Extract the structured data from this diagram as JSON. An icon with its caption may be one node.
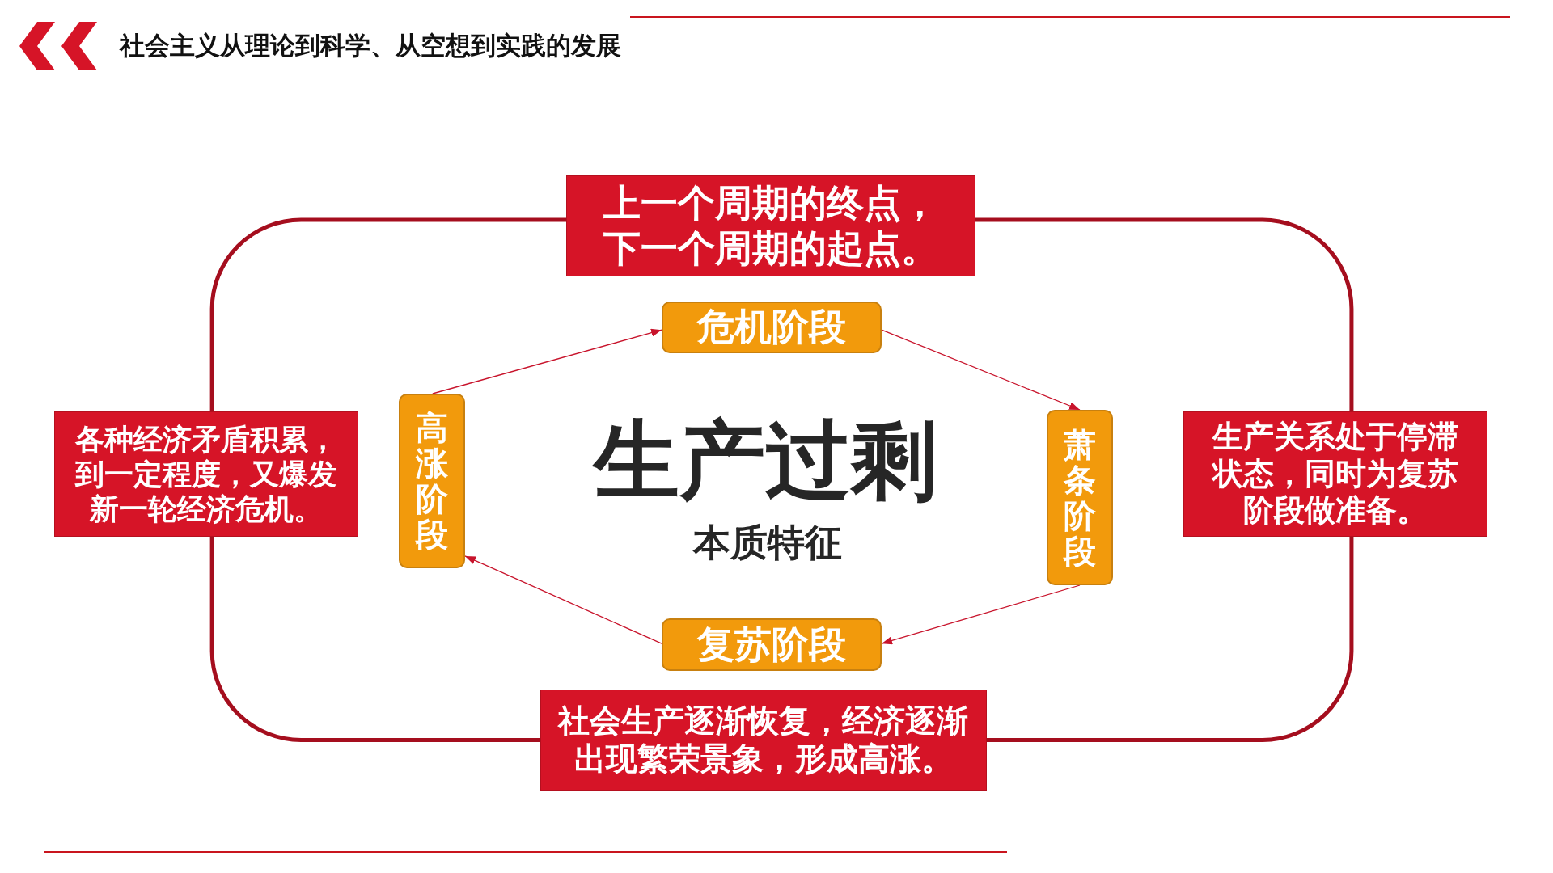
{
  "diagram": {
    "title": "社会主义从理论到科学、从空想到实践的发展",
    "nodes": [
      {
        "text": [
          "上一个周期的终点，下一个周期的起点。"
        ]
      },
      {
        "text": [
          "危机阶段"
        ]
      },
      {
        "text": [
          "高涨阶段"
        ]
      },
      {
        "text": [
          "萧条阶段"
        ]
      },
      {
        "text": [
          "各种经济矛盾积累，到一定程度，又爆发新一轮经济危机。"
        ]
      },
      {
        "text": [
          "生产关系处于停滞状态，同时为复苏阶段做准备。"
        ]
      },
      {
        "text": [
          "复苏阶段"
        ]
      },
      {
        "text": [
          "社会生产逐渐恢复，经济逐渐出现繁荣景象，形成高涨。"
        ]
      }
    ],
    "edges": [
      {
        "from": 2,
        "to": 1,
        "arrow": "to"
      },
      {
        "from": 1,
        "to": 3,
        "arrow": "to"
      },
      {
        "from": 3,
        "to": 6,
        "arrow": "to"
      },
      {
        "from": 6,
        "to": 2,
        "arrow": "to"
      },
      {
        "from": 0,
        "to": 5,
        "arrow": "none",
        "style": "thick",
        "color": "#a50e1e"
      },
      {
        "from": 5,
        "to": 7,
        "arrow": "none",
        "style": "thick",
        "color": "#a50e1e"
      },
      {
        "from": 7,
        "to": 4,
        "arrow": "none",
        "style": "thick",
        "color": "#a50e1e"
      },
      {
        "from": 4,
        "to": 0,
        "arrow": "none",
        "style": "thick",
        "color": "#a50e1e"
      }
    ],
    "labels": [
      "生产过剩",
      "本质特征"
    ]
  }
}
